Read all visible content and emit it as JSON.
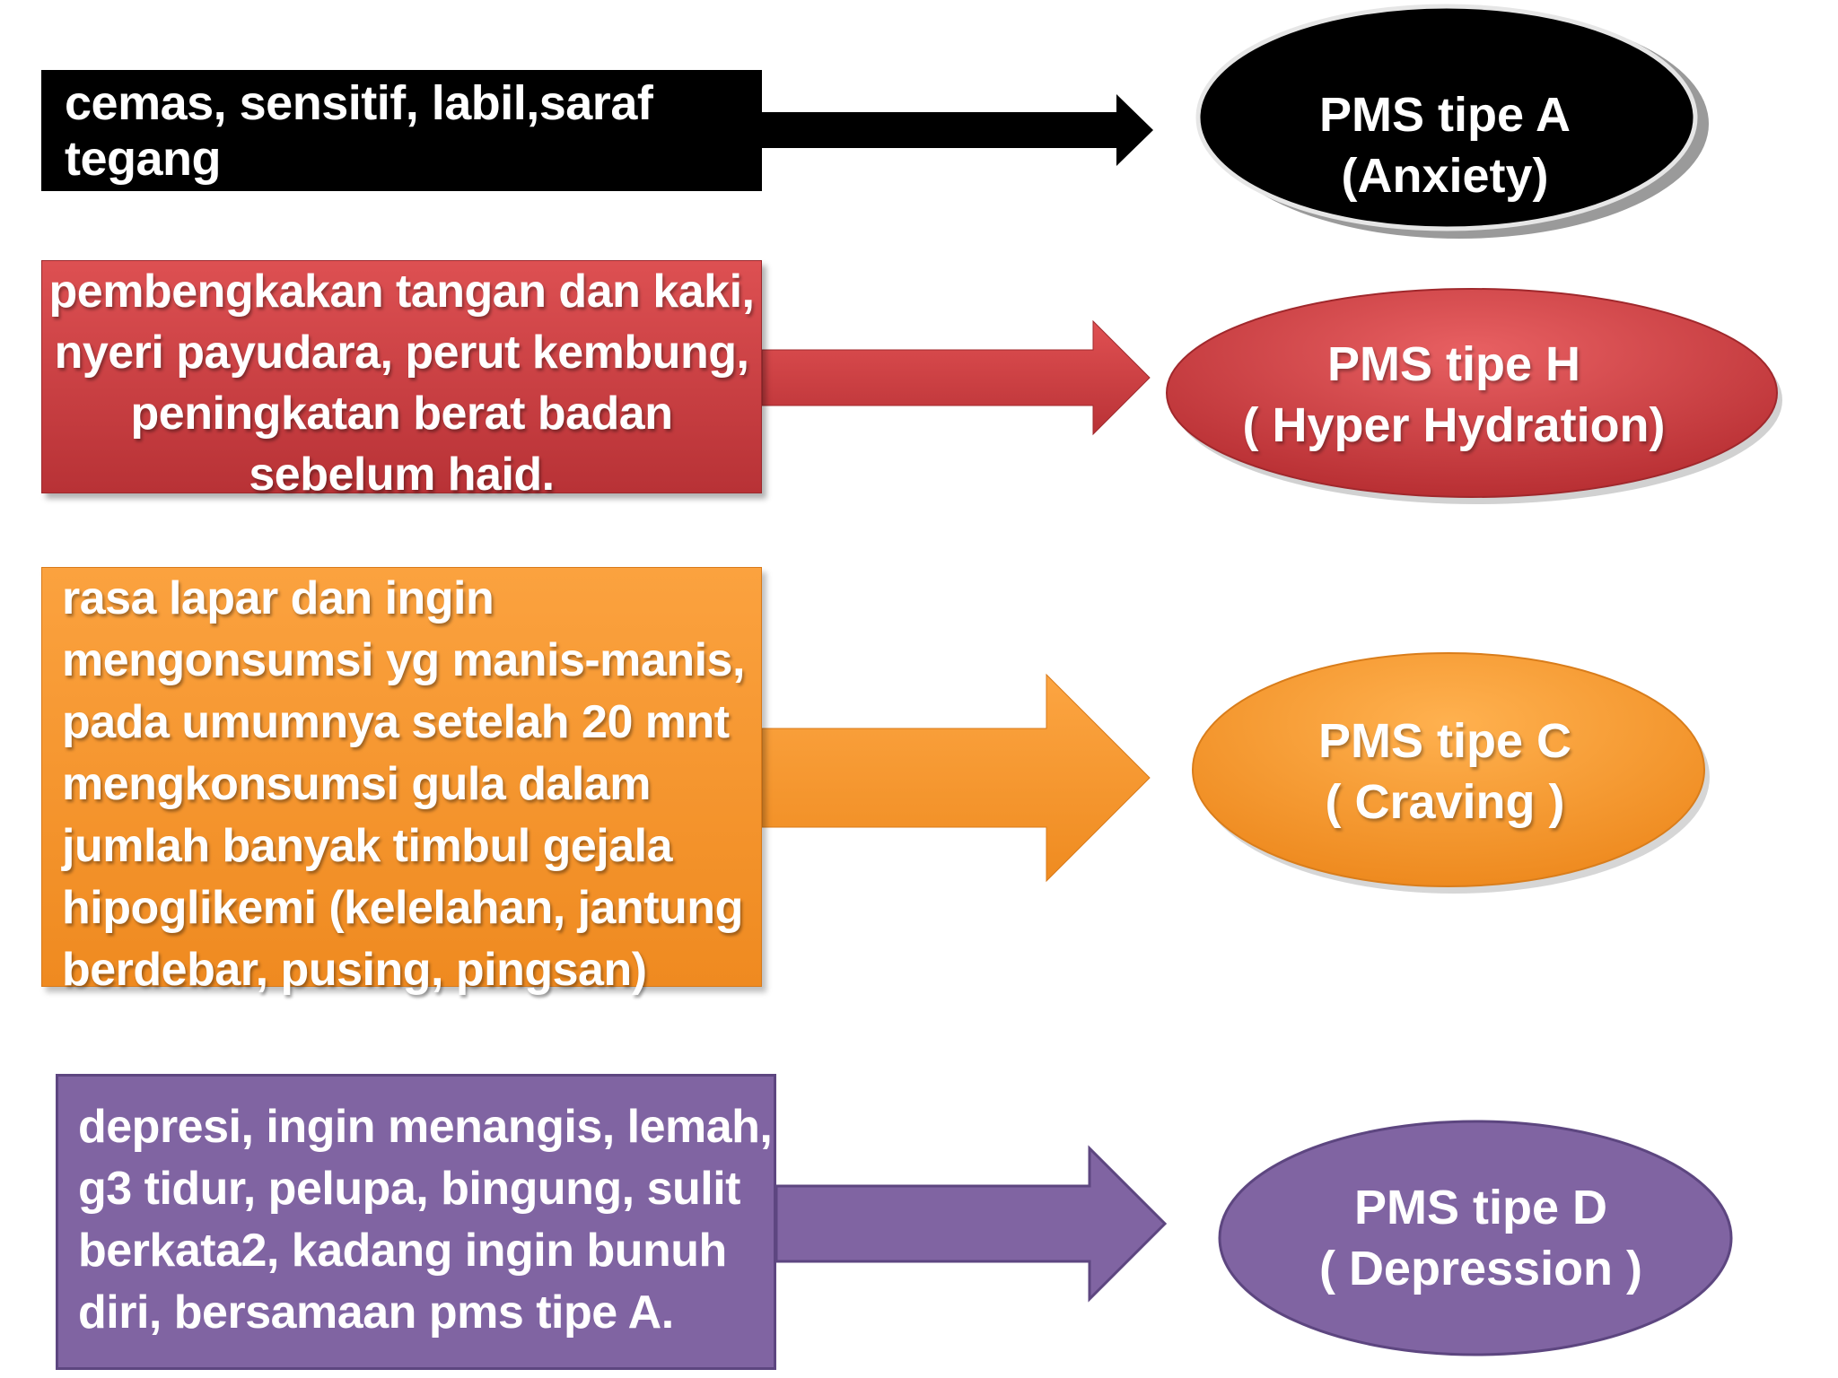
{
  "rows": [
    {
      "id": "a",
      "box_color": "#000000",
      "symptom_lines": [
        "cemas, sensitif, labil,saraf tegang"
      ],
      "type_lines": [
        "PMS tipe A",
        "(Anxiety)"
      ]
    },
    {
      "id": "h",
      "box_color": "#c9403f",
      "symptom_lines": [
        "pembengkakan tangan dan kaki,",
        "nyeri payudara, perut kembung,",
        "peningkatan berat badan",
        "sebelum haid."
      ],
      "type_lines": [
        "PMS tipe H",
        "( Hyper Hydration)"
      ]
    },
    {
      "id": "c",
      "box_color": "#f7962f",
      "symptom_lines": [
        "rasa lapar dan ingin",
        "mengonsumsi yg manis-manis,",
        "pada umumnya setelah 20 mnt",
        "mengkonsumsi gula dalam",
        "jumlah banyak timbul gejala",
        "hipoglikemi (kelelahan, jantung",
        "berdebar, pusing, pingsan)"
      ],
      "type_lines": [
        "PMS tipe C",
        "( Craving )"
      ]
    },
    {
      "id": "d",
      "box_color": "#8064a2",
      "symptom_lines": [
        "depresi, ingin menangis, lemah,",
        "g3 tidur, pelupa, bingung, sulit",
        "berkata2, kadang ingin bunuh",
        "diri, bersamaan pms tipe  A."
      ],
      "type_lines": [
        "PMS tipe D",
        "( Depression )"
      ]
    }
  ]
}
